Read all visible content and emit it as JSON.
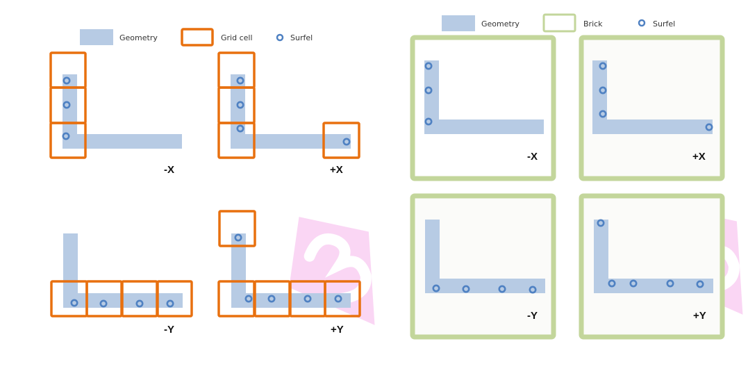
{
  "colors": {
    "geometry": "#b7cbe4",
    "geometry_edge": "#a9bfdc",
    "grid_cell": "#e8700f",
    "brick": "#c3d69b",
    "brick_fill": "#fbfbf9",
    "surfel": "#4f81c2",
    "watermark": "#f4a6e8"
  },
  "left_figure": {
    "legend": {
      "geometry": "Geometry",
      "grid_cell": "Grid cell",
      "surfel": "Surfel"
    },
    "panels": [
      {
        "label": "-X"
      },
      {
        "label": "+X"
      },
      {
        "label": "-Y"
      },
      {
        "label": "+Y"
      }
    ]
  },
  "right_figure": {
    "legend": {
      "geometry": "Geometry",
      "brick": "Brick",
      "surfel": "Surfel"
    },
    "panels": [
      {
        "label": "-X"
      },
      {
        "label": "+X"
      },
      {
        "label": "-Y"
      },
      {
        "label": "+Y"
      }
    ]
  }
}
